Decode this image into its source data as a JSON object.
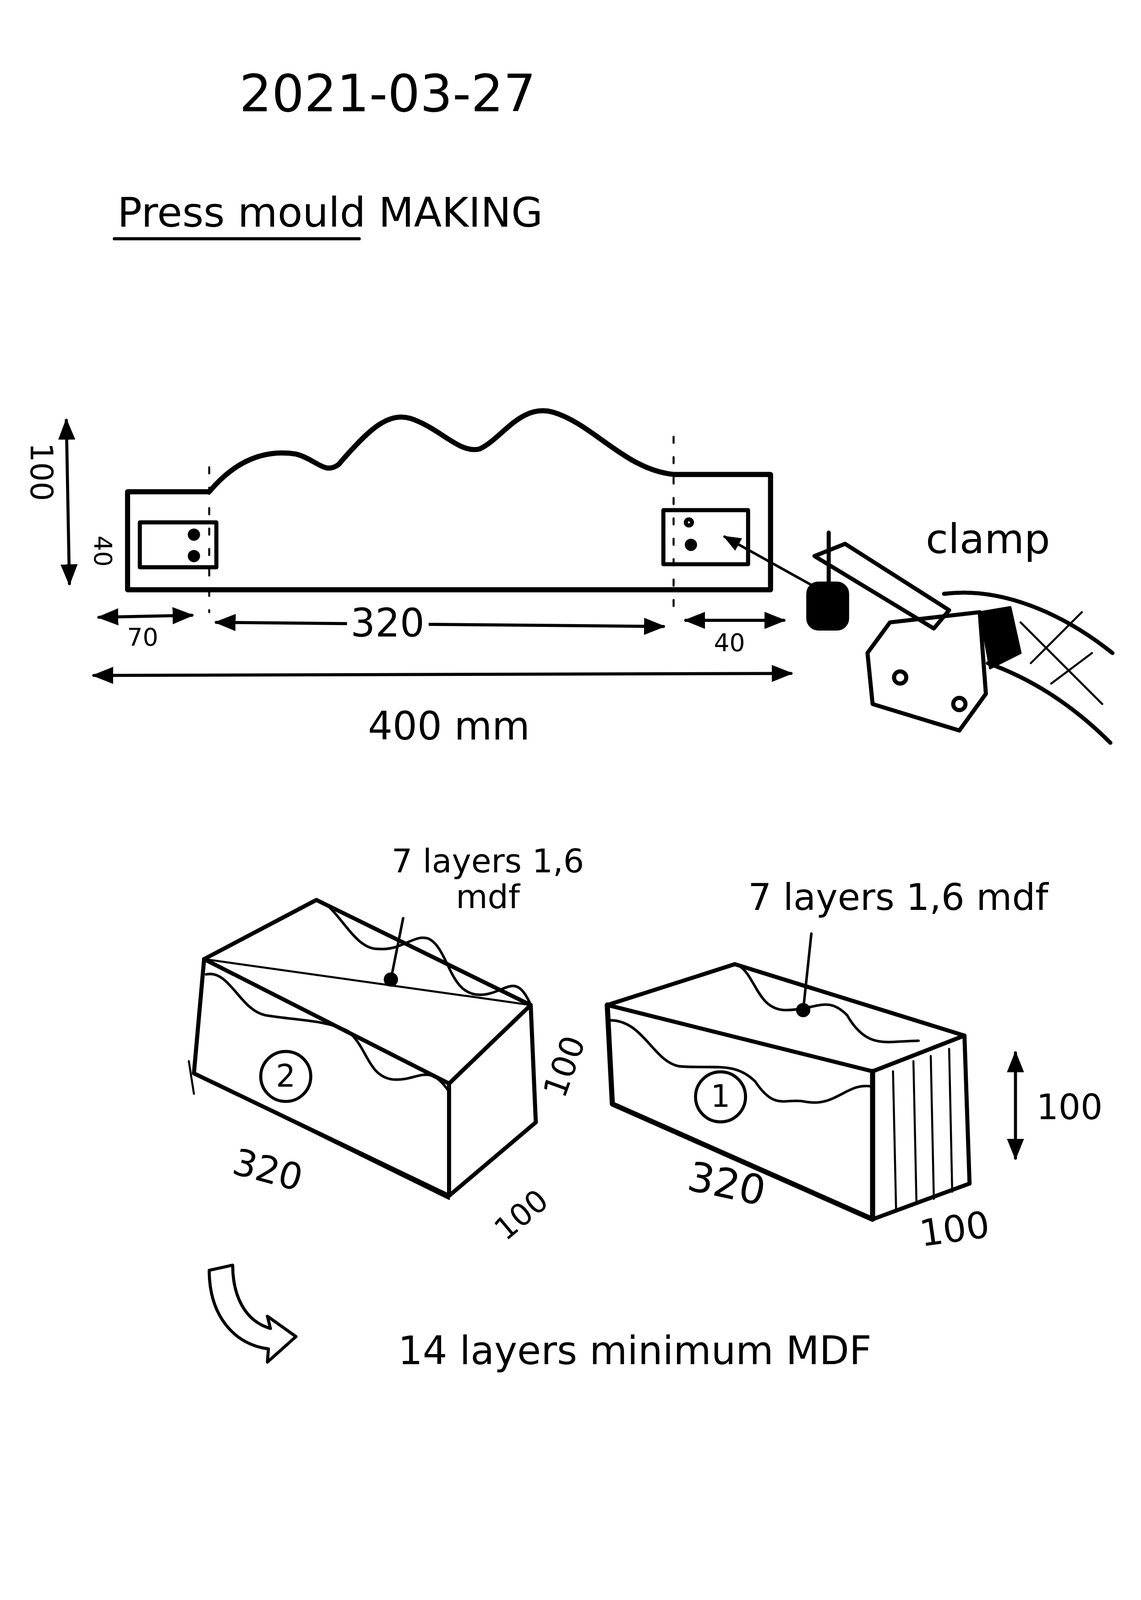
{
  "diagram": {
    "title": "Press mould MAKING",
    "nodes": [
      {
        "text": [
          "2"
        ]
      },
      {
        "text": [
          "1"
        ]
      }
    ],
    "labels": [
      "2021-03-27",
      "100",
      "40",
      "70",
      "320",
      "40",
      "400 mm",
      "clamp",
      "7 layers 1,6 mdf",
      "320",
      "100",
      "100",
      "7 layers 1,6 mdf",
      "100",
      "320",
      "100",
      "14 layers minimum MDF"
    ]
  }
}
